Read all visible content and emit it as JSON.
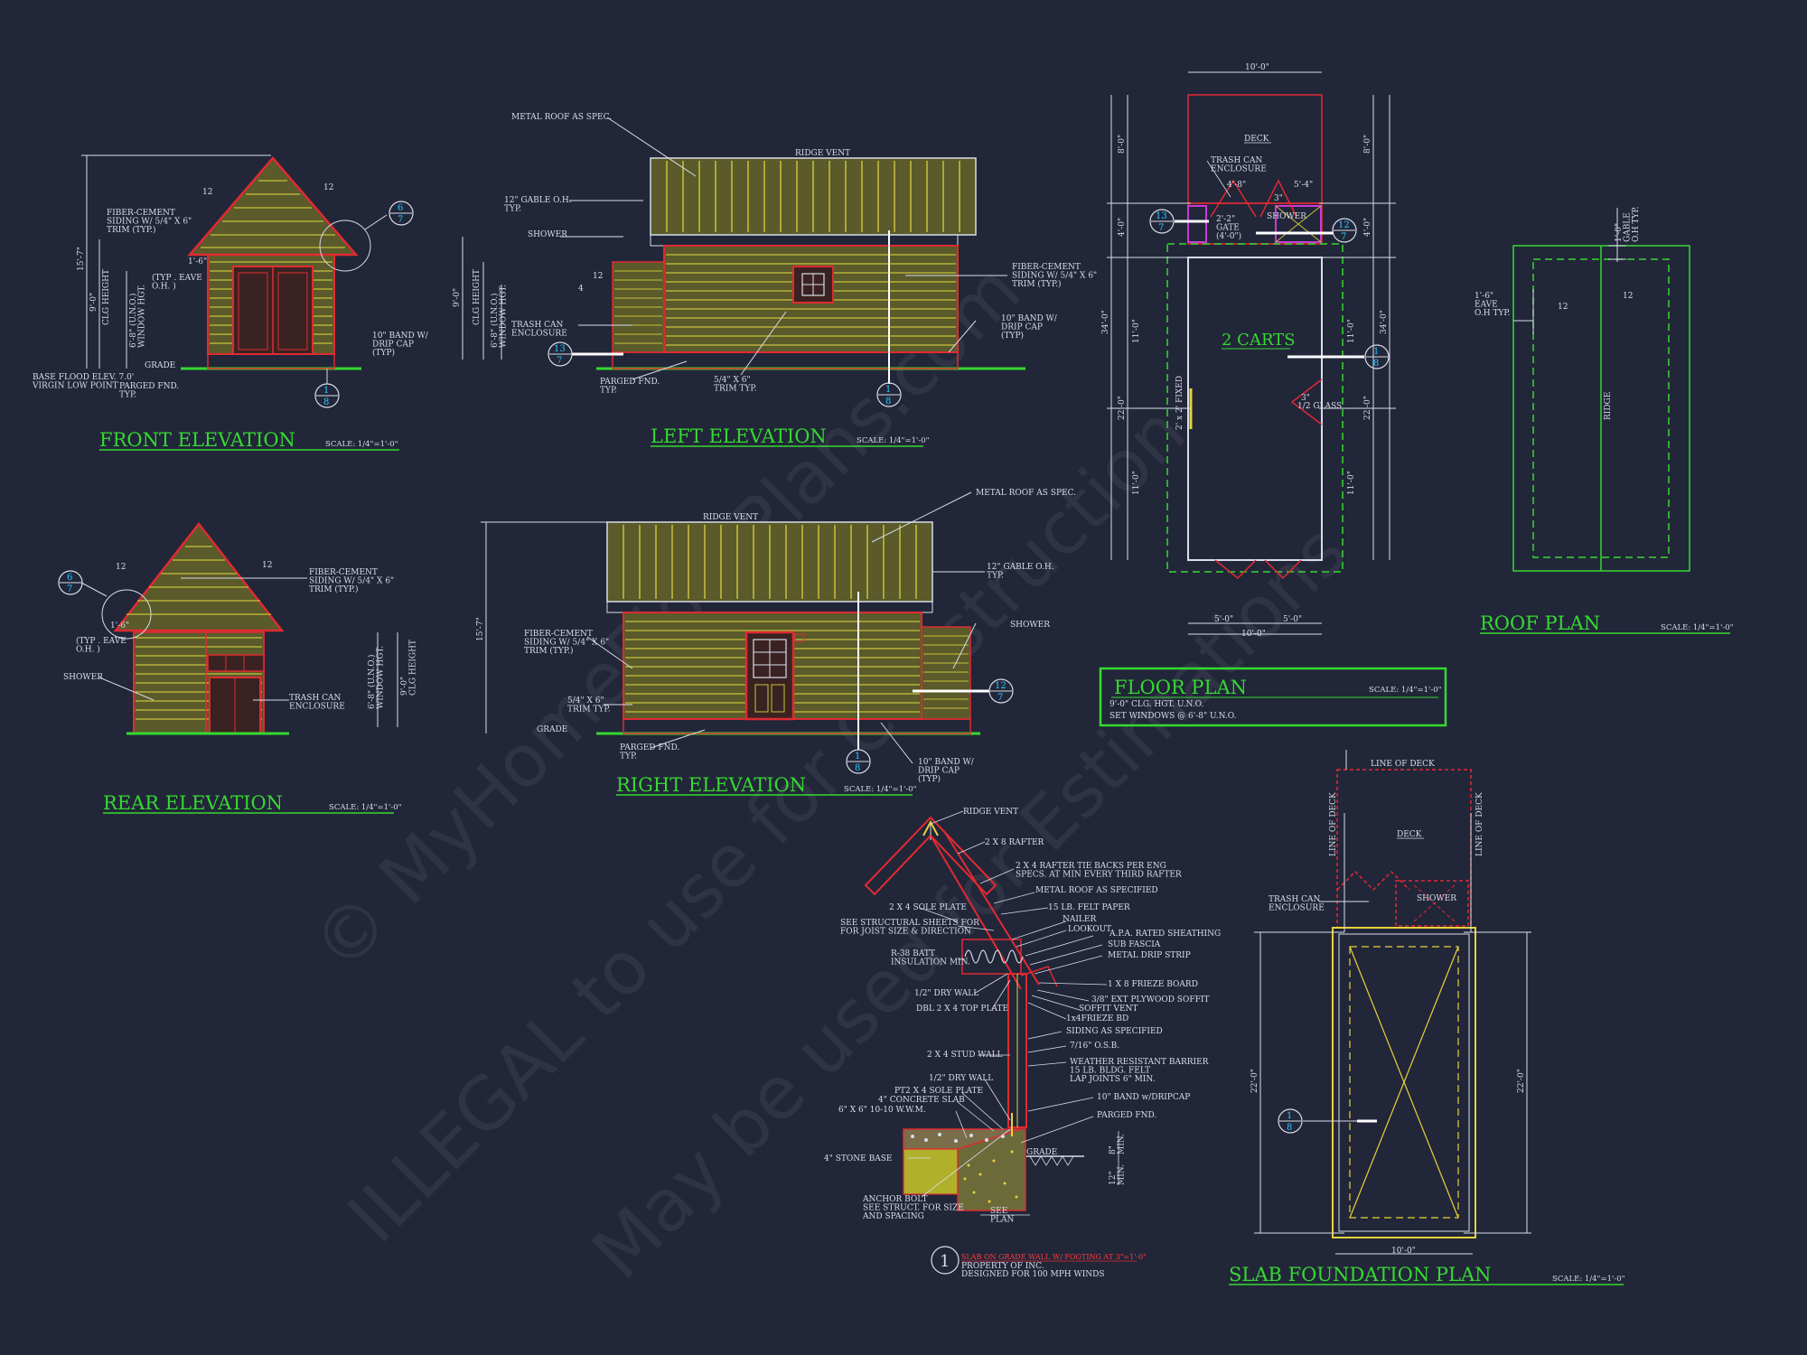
{
  "colors": {
    "background": "#222639",
    "title_green": "#35d931",
    "line_red": "#e02a32",
    "siding_yellow": "#c7c23a",
    "dim_white": "#d8dde8",
    "marker_cyan": "#27c8ff",
    "magenta": "#c83cd6"
  },
  "watermark": {
    "line1": "© MyHomeFloorPlans.com",
    "line2": "ILLEGAL to use for Construction",
    "line3": "May be used for Estimations"
  },
  "front_elevation": {
    "title": "FRONT ELEVATION",
    "scale": "SCALE: 1/4\"=1'-0\"",
    "notes": {
      "siding": "FIBER-CEMENT\nSIDING W/ 5/4\" X 6\"\nTRIM (TYP.)",
      "eave": "(TYP . EAVE\nO.H. )",
      "band": "10\" BAND W/\nDRIP CAP\n(TYP)",
      "grade": "GRADE",
      "flood": "BASE FLOOD ELEV. 7.0'\nVIRGIN LOW POINT",
      "parged": "PARGED FND.\nTYP.",
      "pitch": "12",
      "overhang": "1'-6\"",
      "clg_height": "CLG HEIGHT",
      "window_hgt": "6'-8\" (U.N.O.)\nWINDOW HGT.",
      "dim_total": "15'-7\"",
      "dim_clg": "9'-0\""
    },
    "callouts": [
      {
        "num": "6",
        "den": "7"
      },
      {
        "num": "1",
        "den": "8"
      }
    ]
  },
  "left_elevation": {
    "title": "LEFT ELEVATION",
    "scale": "SCALE: 1/4\"=1'-0\"",
    "notes": {
      "metal_roof": "METAL ROOF AS SPEC.",
      "ridge_vent": "RIDGE VENT",
      "gable_oh": "12\" GABLE O.H.\nTYP.",
      "shower": "SHOWER",
      "trash": "TRASH CAN\nENCLOSURE",
      "siding": "FIBER-CEMENT\nSIDING W/ 5/4\" X 6\"\nTRIM (TYP.)",
      "band": "10\" BAND W/\nDRIP CAP\n(TYP)",
      "parged": "PARGED FND.\nTYP.",
      "trim": "5/4\" X 6\"\nTRIM TYP.",
      "clg_height": "CLG HEIGHT",
      "window_hgt": "6'-8\" (U.N.O.)\nWINDOW HGT.",
      "dim_clg": "9'-0\"",
      "pitch_a": "12",
      "pitch_b": "4"
    },
    "callouts": [
      {
        "num": "13",
        "den": "7"
      },
      {
        "num": "1",
        "den": "8"
      }
    ]
  },
  "rear_elevation": {
    "title": "REAR ELEVATION",
    "scale": "SCALE: 1/4\"=1'-0\"",
    "notes": {
      "siding": "FIBER-CEMENT\nSIDING W/ 5/4\" X 6\"\nTRIM (TYP.)",
      "eave": "(TYP . EAVE\nO.H. )",
      "shower": "SHOWER",
      "trash": "TRASH CAN\nENCLOSURE",
      "window_hgt": "6'-8\" (U.N.O.)\nWINDOW HGT.",
      "clg_height": "9'-0\"\nCLG HEIGHT",
      "overhang": "1'-6\"",
      "pitch": "12"
    },
    "callouts": [
      {
        "num": "6",
        "den": "7"
      }
    ]
  },
  "right_elevation": {
    "title": "RIGHT ELEVATION",
    "scale": "SCALE: 1/4\"=1'-0\"",
    "notes": {
      "metal_roof": "METAL ROOF AS SPEC.",
      "ridge_vent": "RIDGE VENT",
      "gable_oh": "12\" GABLE O.H.\nTYP.",
      "siding": "FIBER-CEMENT\nSIDING W/ 5/4\" X 6\"\nTRIM (TYP.)",
      "shower": "SHOWER",
      "trim": "5/4\" X 6\"\nTRIM TYP.",
      "grade": "GRADE",
      "parged": "PARGED FND.\nTYP.",
      "band": "10\" BAND W/\nDRIP CAP\n(TYP)",
      "dim_total": "15'-7\""
    },
    "callouts": [
      {
        "num": "12",
        "den": "7"
      },
      {
        "num": "1",
        "den": "8"
      }
    ]
  },
  "floor_plan": {
    "title": "FLOOR PLAN",
    "scale": "SCALE: 1/4\"=1'-0\"",
    "notes_line1": "9'-0\" CLG. HGT. U.N.O.",
    "notes_line2": "SET WINDOWS @ 6'-8\" U.N.O.",
    "room": "2 CARTS",
    "deck": "DECK",
    "trash": "TRASH CAN\nENCLOSURE",
    "shower": "SHOWER",
    "gate": "2'-2\"\nGATE\n(4'-0\")",
    "glass": "1/2 GLASS",
    "fixed": "2' x 2' FIXED",
    "dims": {
      "top": "10'-0\"",
      "bottom": "10'-0\"",
      "bottom_a": "5'-0\"",
      "bottom_b": "5'-0\"",
      "left_total": "34'-0\"",
      "right_total": "34'-0\"",
      "deck": "8'-0\"",
      "enc": "4'-0\"",
      "mid": "11'-0\"",
      "lower": "22'-0\"",
      "enc_w_a": "4'-8\"",
      "enc_w_b": "5'-4\"",
      "small": "3\""
    },
    "callouts": [
      {
        "num": "13",
        "den": "7"
      },
      {
        "num": "12",
        "den": "7"
      },
      {
        "num": "1",
        "den": "8"
      }
    ]
  },
  "roof_plan": {
    "title": "ROOF PLAN",
    "scale": "SCALE: 1/4\"=1'-0\"",
    "ridge": "RIDGE",
    "eave": "1'-6\"\nEAVE\nO.H TYP.",
    "gable": "1'-0\"\nGABLE\nO.H TYP.",
    "pitch": "12"
  },
  "wall_section": {
    "title": "SLAB ON GRADE WALL W/ FOOTING AT 3\"=1'-0\"",
    "sub1": "PROPERTY OF INC.",
    "sub2": "DESIGNED FOR 100 MPH WINDS",
    "number": "1",
    "notes_left": [
      "2 X 4 SOLE PLATE",
      "SEE STRUCTURAL SHEETS FOR\nFOR JOIST SIZE & DIRECTION",
      "R-38 BATT\nINSULATION MIN.",
      "1/2\" DRY WALL",
      "DBL 2 X 4 TOP PLATE",
      "2 X 4 STUD WALL",
      "1/2\" DRY WALL",
      "PT2 X 4 SOLE PLATE",
      "4\" CONCRETE SLAB",
      "6\" X 6\" 10-10 W.W.M.",
      "4\" STONE BASE",
      "ANCHOR BOLT\nSEE STRUCT. FOR SIZE\nAND SPACING"
    ],
    "notes_right": [
      "RIDGE VENT",
      "2 X 8 RAFTER",
      "2 X 4 RAFTER TIE BACKS PER ENG\nSPECS. AT MIN EVERY THIRD RAFTER",
      "METAL ROOF AS SPECIFIED",
      "15 LB. FELT PAPER",
      "NAILER",
      "LOOKOUT",
      "A.P.A. RATED SHEATHING",
      "SUB FASCIA",
      "METAL DRIP STRIP",
      "1 X 8 FRIEZE BOARD",
      "3/8\" EXT PLYWOOD SOFFIT",
      "SOFFIT VENT",
      "1x4FRIEZE BD",
      "SIDING AS SPECIFIED",
      "7/16\" O.S.B.",
      "WEATHER RESISTANT BARRIER\n15 LB. BLDG. FELT\nLAP JOINTS 6\" MIN.",
      "10\" BAND w/DRIPCAP",
      "PARGED FND.",
      "GRADE"
    ],
    "dim_a": "8\"\nMIN.",
    "dim_b": "12\"\nMIN.",
    "see": "SEE\nPLAN"
  },
  "slab_plan": {
    "title": "SLAB FOUNDATION PLAN",
    "scale": "SCALE: 1/4\"=1'-0\"",
    "line_of_deck": "LINE OF DECK",
    "deck": "DECK",
    "trash": "TRASH CAN\nENCLOSURE",
    "shower": "SHOWER",
    "dim_left": "22'-0\"",
    "dim_right": "22'-0\"",
    "dim_bottom": "10'-0\"",
    "callouts": [
      {
        "num": "1",
        "den": "8"
      }
    ]
  }
}
